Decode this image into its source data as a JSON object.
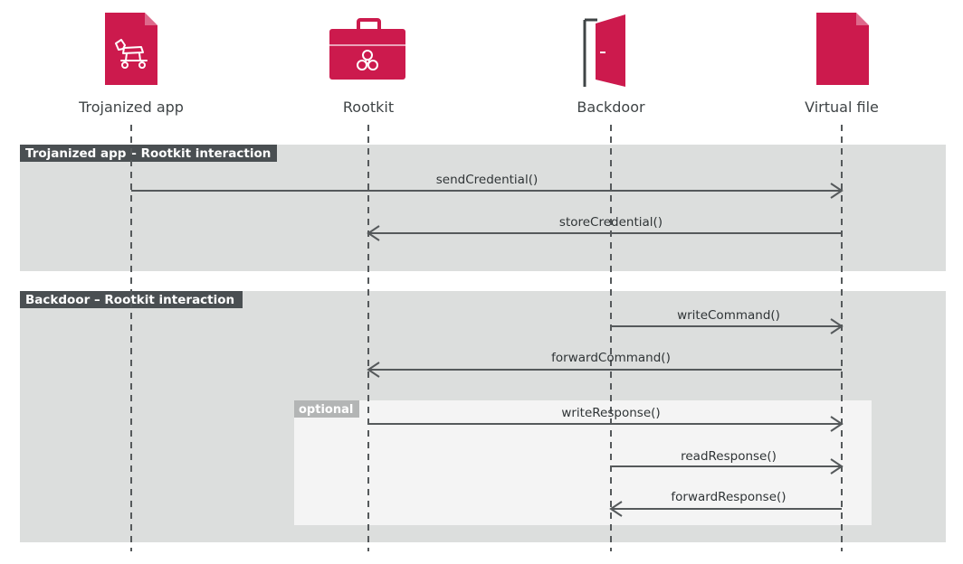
{
  "diagram": {
    "actors": [
      {
        "id": "trojanized-app",
        "label": "Trojanized app",
        "icon": "trojan-horse-file-icon"
      },
      {
        "id": "rootkit",
        "label": "Rootkit",
        "icon": "biohazard-toolbox-icon"
      },
      {
        "id": "backdoor",
        "label": "Backdoor",
        "icon": "open-door-icon"
      },
      {
        "id": "virtual-file",
        "label": "Virtual file",
        "icon": "file-icon"
      }
    ],
    "groups": [
      {
        "id": "group-trojan-rootkit",
        "title": "Trojanized app – Rootkit interaction"
      },
      {
        "id": "group-backdoor-rootkit",
        "title": "Backdoor – Rootkit interaction"
      }
    ],
    "optional_label": "optional",
    "messages": [
      {
        "label": "sendCredential()",
        "from": "trojanized-app",
        "to": "virtual-file"
      },
      {
        "label": "storeCredential()",
        "from": "virtual-file",
        "to": "rootkit"
      },
      {
        "label": "writeCommand()",
        "from": "backdoor",
        "to": "virtual-file"
      },
      {
        "label": "forwardCommand()",
        "from": "virtual-file",
        "to": "rootkit"
      },
      {
        "label": "writeResponse()",
        "from": "rootkit",
        "to": "virtual-file"
      },
      {
        "label": "readResponse()",
        "from": "backdoor",
        "to": "virtual-file"
      },
      {
        "label": "forwardResponse()",
        "from": "virtual-file",
        "to": "backdoor"
      }
    ],
    "colors": {
      "accent": "#cc1a4d",
      "group_bg": "#dcdedd",
      "optional_bg": "#f4f4f4",
      "title_bg": "#4a4f52",
      "optional_title_bg": "#b3b5b5",
      "line": "#55595b"
    }
  }
}
